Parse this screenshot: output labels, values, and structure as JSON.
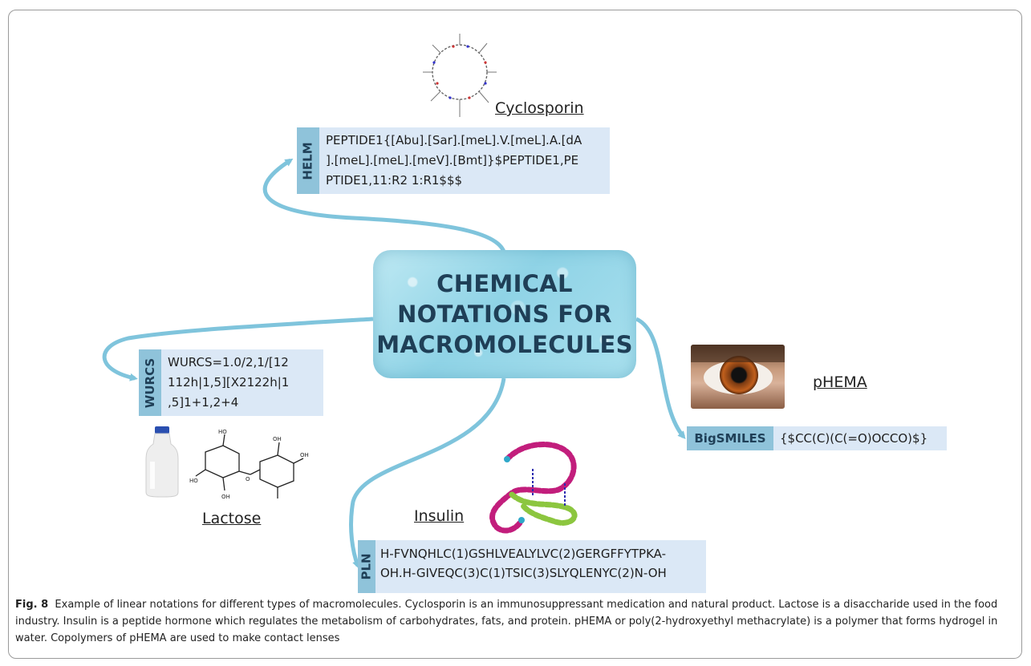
{
  "center": {
    "title": "CHEMICAL\nNOTATIONS FOR\nMACROMOLECULES"
  },
  "notations": {
    "helm": {
      "tag": "HELM",
      "text": "PEPTIDE1{[Abu].[Sar].[meL].V.[meL].A.[dA\n].[meL].[meL].[meV].[Bmt]}$PEPTIDE1,PE\nPTIDE1,11:R2 1:R1$$$"
    },
    "wurcs": {
      "tag": "WURCS",
      "text": "WURCS=1.0/2,1/[12\n112h|1,5][X2122h|1\n,5]1+1,2+4"
    },
    "bigsmiles": {
      "tag": "BigSMILES",
      "text": "{$CC(C)(C(=O)OCCO)$}"
    },
    "pln": {
      "tag": "PLN",
      "text": "H-FVNQHLC(1)GSHLVEALYLVC(2)GERGFFYTPKA-\nOH.H-GIVEQC(3)C(1)TSIC(3)SLYQLENYC(2)N-OH"
    }
  },
  "labels": {
    "cyclosporin": "Cyclosporin",
    "lactose": "Lactose",
    "insulin": "Insulin",
    "phema": "pHEMA"
  },
  "caption": {
    "figure": "Fig. 8",
    "text": "Example of linear notations for different types of macromolecules. Cyclosporin is an immunosuppressant medication and natural product. Lactose is a disaccharide used in the food industry. Insulin is a peptide hormone which regulates the metabolism of carbohydrates, fats, and protein. pHEMA or poly(2-hydroxyethyl methacrylate) is a polymer that forms hydrogel in water. Copolymers of pHEMA are used to make contact lenses"
  },
  "colors": {
    "connector": "#7fc4dc",
    "tag": "#8fc3da",
    "box": "#dbe8f6",
    "center_text": "#1f3f57"
  }
}
